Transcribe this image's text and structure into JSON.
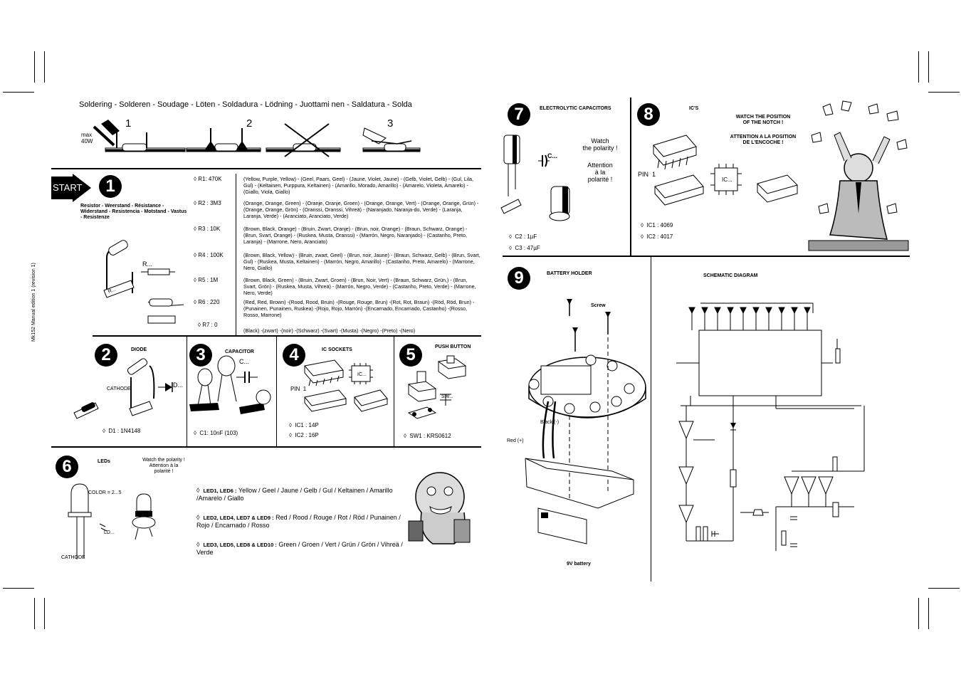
{
  "soldering_title": "Soldering - Solderen - Soudage - Löten - Soldadura - Lödning - Juottami nen - Saldatura - Solda",
  "soldering_steps": [
    "1",
    "2",
    "3"
  ],
  "iron_label": "max\n40W",
  "start_label": "START",
  "step1": {
    "number": "1",
    "title": "Resistor - Weerstand - Résistance - Widerstand - Resistencia - Motstand - Vastus - Resistenze",
    "res_label": "R...",
    "r_label": "R...",
    "rows": [
      {
        "label": "R1: 470K",
        "text": "(Yellow, Purple, Yellow) - (Geel, Paars, Geel) - (Jaune, Violet, Jaune) - (Gelb, Violet, Gelb) - (Gul, Lila, Gul) - (Keltainen, Purppura, Keltainen) - (Amarillo, Morado, Amarillo) - (Amarelo, Violeta, Amarelo) - (Giallo, Viola, Giallo)"
      },
      {
        "label": "R2 : 3M3",
        "text": "(Orange, Orange, Green) - (Oranje, Oranje, Groen) - (Orange, Orange, Vert) - (Orange, Orange, Grün) - (Orange, Orange, Grön) - (Oranssi, Oranssi, Vihreä) - (Naranjado, Naranja-do, Verde) - (Laranja, Laranja, Verde) - (Aranciato, Aranciato, Verde)"
      },
      {
        "label": "R3 : 10K",
        "text": "(Brown, Black, Orange) - (Bruin, Zwart, Oranje) - (Brun, noir, Orange) - (Braun, Schwarz, Orange) - (Brun, Svart, Orange) - (Ruskea, Musta, Oranssi) - (Marrón, Negro, Naranjado) - (Castanho, Preto, Laranja) - (Marrone, Nero, Aranciato)"
      },
      {
        "label": "R4 : 100K",
        "text": "(Brown, Black, Yellow) - (Bruin, zwart, Geel) - (Brun, noir, Jaune) - (Braun, Schwarz, Gelb) - (Brun, Svart, Gul) - (Ruskea, Musta, Keltainen) - (Marrón, Negro, Amarillo) - (Castanho, Preto, Amarelo) - (Marrone, Nero, Giallo)"
      },
      {
        "label": "R5 : 1M",
        "text": "(Brown, Black, Green) - (Bruin, Zwart, Groen) - (Brun, Noir, Vert) - (Braun, Schwarz, Grün,) - (Brun, Svart, Grön) - (Ruskea, Musta, Vihreä) - (Marrón, Negro, Verde) - (Castanho, Preto, Verde) - (Marrone, Nero, Verde)"
      },
      {
        "label": "R6 : 220",
        "text": "(Red, Red, Brown) -(Rood, Rood, Bruin) -(Rouge, Rouge, Brun) -(Rot, Rot, Braun) -(Röd, Röd, Brun) -(Punainen, Punainen, Ruskea) -(Rojo, Rojo, Marrón) -(Encarnado, Encarnado, Castanho) -(Rosso, Rosso, Marrone)"
      },
      {
        "label": "R7 : 0",
        "text": "(Black) -(zwart) -(noir) -(Schwarz) -(Svart) -(Musta) -(Negro) -(Preto) -(Nero)"
      }
    ]
  },
  "side_text": "Mk152 Manual edition 1 (revision 1)",
  "step2": {
    "number": "2",
    "title": "DIODE",
    "cathode": "CATHODE",
    "d_label": "D...",
    "part": "D1 : 1N4148"
  },
  "step3": {
    "number": "3",
    "title": "CAPACITOR",
    "c_label": "C...",
    "part": "C1: 10nF (103)"
  },
  "step4": {
    "number": "4",
    "title": "IC SOCKETS",
    "pin": "PIN  1",
    "ic": "IC...",
    "parts": [
      "IC1 : 14P",
      "IC2 : 16P"
    ]
  },
  "step5": {
    "number": "5",
    "title": "PUSH BUTTON",
    "sw": "SW...",
    "part": "SW1 : KRS0612"
  },
  "step6": {
    "number": "6",
    "title": "LEDs",
    "polarity": "Watch the polarity !\nAttention à la\npolarité !",
    "color": "COLOR = 2...5",
    "ld": "LD...",
    "cathode": "CATHODE",
    "items": [
      {
        "bold": "LED1, LED6 :",
        "text": " Yellow / Geel / Jaune / Gelb / Gul / Keltainen / Amarillo /Amarelo / Giallo"
      },
      {
        "bold": "LED2, LED4, LED7 & LED9 :",
        "text": " Red / Rood / Rouge / Rot / Röd / Punainen / Rojo / Encarnado / Rosso"
      },
      {
        "bold": "LED3, LED5, LED8 & LED10 :",
        "text": " Green / Groen / Vert / Grün / Grön / Vihreä / Verde"
      }
    ]
  },
  "step7": {
    "number": "7",
    "title": "ELECTROLYTIC CAPACITORS",
    "c_label": "C...",
    "watch": "Watch\nthe polarity !",
    "attention": "Attention\nà la\npolarité !",
    "parts": [
      "C2 : 1µF",
      "C3 : 47µF"
    ]
  },
  "step8": {
    "number": "8",
    "title": "IC'S",
    "notch_en": "WATCH THE POSITION\nOF THE NOTCH !",
    "notch_fr": "ATTENTION A LA POSITION\nDE L'ENCOCHE !",
    "pin": "PIN  1",
    "ic": "IC...",
    "parts": [
      "IC1 : 4069",
      "IC2 : 4017"
    ]
  },
  "step9": {
    "number": "9",
    "title": "BATTERY HOLDER",
    "screw": "Screw",
    "black": "Black (-)",
    "red": "Red (+)",
    "battery": "9V battery"
  },
  "schematic": {
    "title": "SCHEMATIC DIAGRAM"
  },
  "diamond": "◊"
}
